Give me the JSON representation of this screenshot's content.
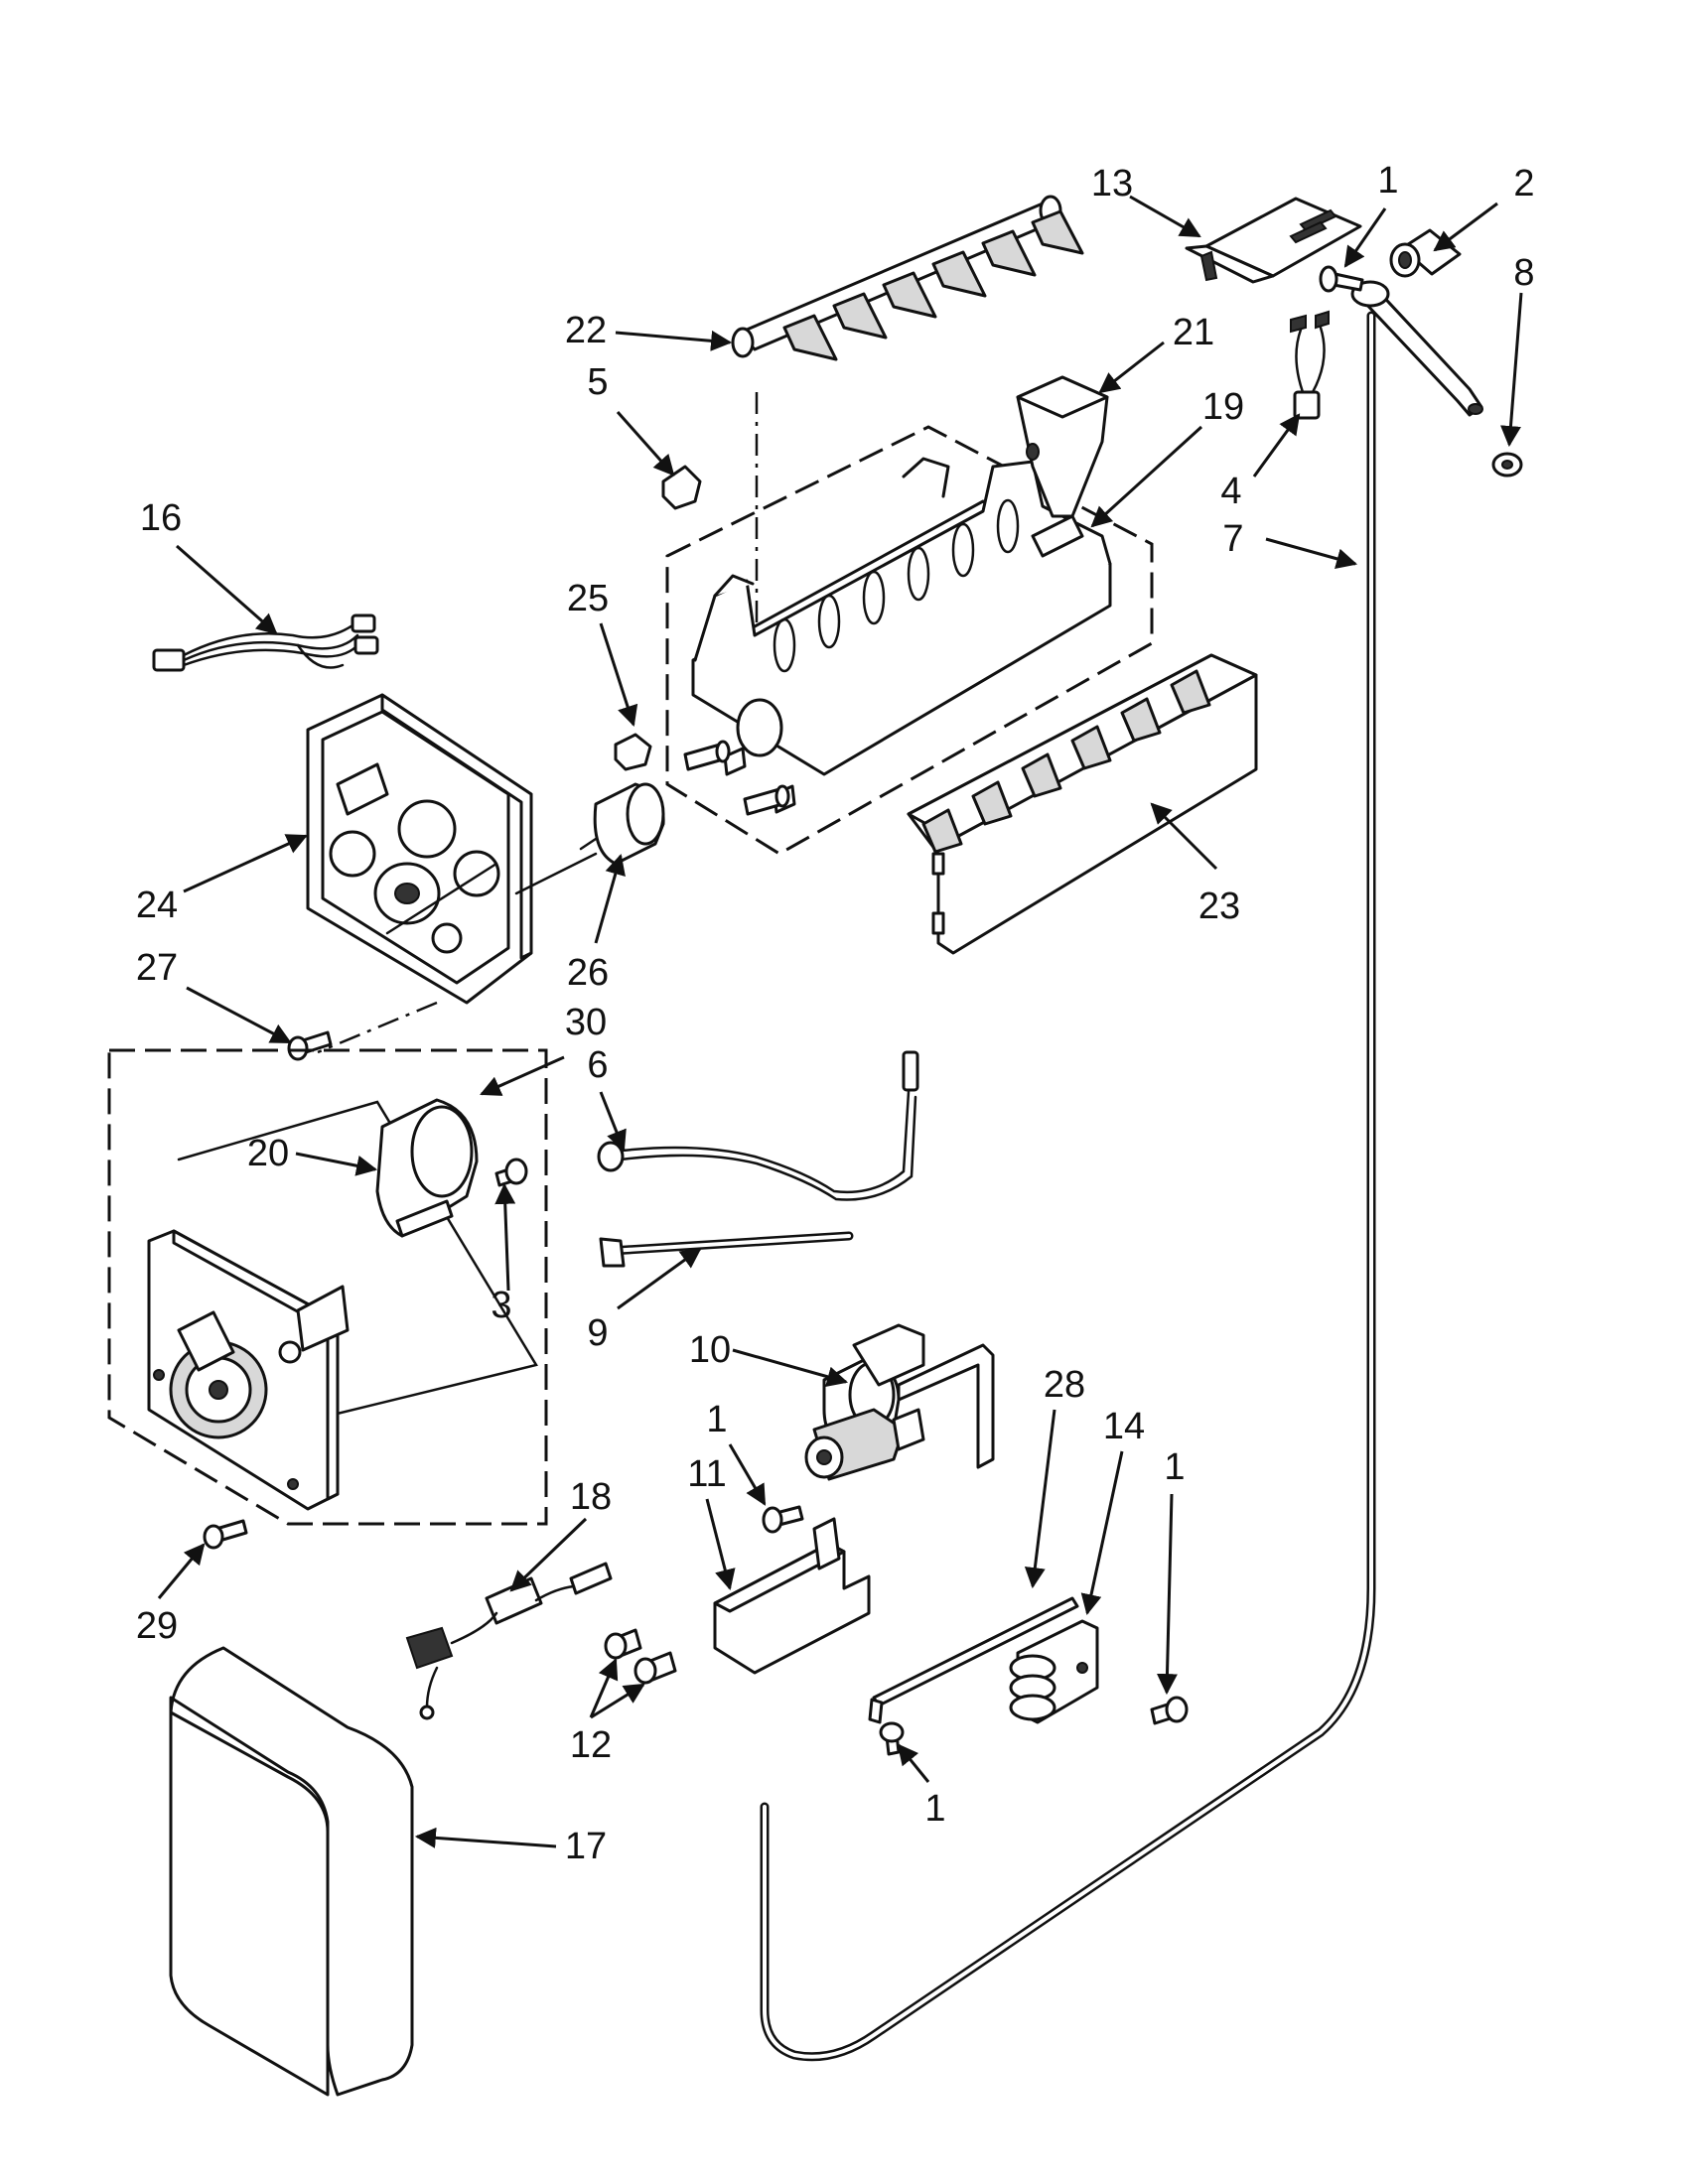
{
  "diagram": {
    "callouts": [
      {
        "id": "c13",
        "label": "13"
      },
      {
        "id": "c1a",
        "label": "1"
      },
      {
        "id": "c2",
        "label": "2"
      },
      {
        "id": "c8",
        "label": "8"
      },
      {
        "id": "c22",
        "label": "22"
      },
      {
        "id": "c21",
        "label": "21"
      },
      {
        "id": "c5",
        "label": "5"
      },
      {
        "id": "c19",
        "label": "19"
      },
      {
        "id": "c4",
        "label": "4"
      },
      {
        "id": "c7",
        "label": "7"
      },
      {
        "id": "c16",
        "label": "16"
      },
      {
        "id": "c25",
        "label": "25"
      },
      {
        "id": "c24",
        "label": "24"
      },
      {
        "id": "c23",
        "label": "23"
      },
      {
        "id": "c26",
        "label": "26"
      },
      {
        "id": "c27",
        "label": "27"
      },
      {
        "id": "c30",
        "label": "30"
      },
      {
        "id": "c6",
        "label": "6"
      },
      {
        "id": "c20",
        "label": "20"
      },
      {
        "id": "c3",
        "label": "3"
      },
      {
        "id": "c9",
        "label": "9"
      },
      {
        "id": "c10",
        "label": "10"
      },
      {
        "id": "c28",
        "label": "28"
      },
      {
        "id": "c1b",
        "label": "1"
      },
      {
        "id": "c14",
        "label": "14"
      },
      {
        "id": "c1c",
        "label": "1"
      },
      {
        "id": "c11",
        "label": "11"
      },
      {
        "id": "c18",
        "label": "18"
      },
      {
        "id": "c29",
        "label": "29"
      },
      {
        "id": "c12",
        "label": "12"
      },
      {
        "id": "c1d",
        "label": "1"
      },
      {
        "id": "c17",
        "label": "17"
      }
    ]
  }
}
